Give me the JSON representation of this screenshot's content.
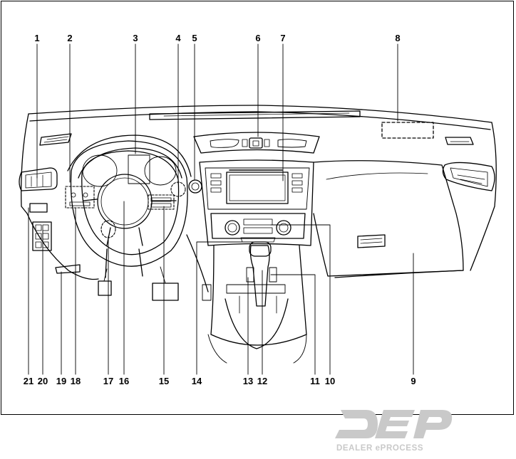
{
  "callouts": {
    "c1": "1",
    "c2": "2",
    "c3": "3",
    "c4": "4",
    "c5": "5",
    "c6": "6",
    "c7": "7",
    "c8": "8",
    "c9": "9",
    "c10": "10",
    "c11": "11",
    "c12": "12",
    "c13": "13",
    "c14": "14",
    "c15": "15",
    "c16": "16",
    "c17": "17",
    "c18": "18",
    "c19": "19",
    "c20": "20",
    "c21": "21"
  },
  "watermark": {
    "letters": "DEP",
    "tagline": "DEALER ePROCESS",
    "color": "#c9c9c9"
  },
  "colors": {
    "line": "#000000",
    "background": "#ffffff"
  }
}
